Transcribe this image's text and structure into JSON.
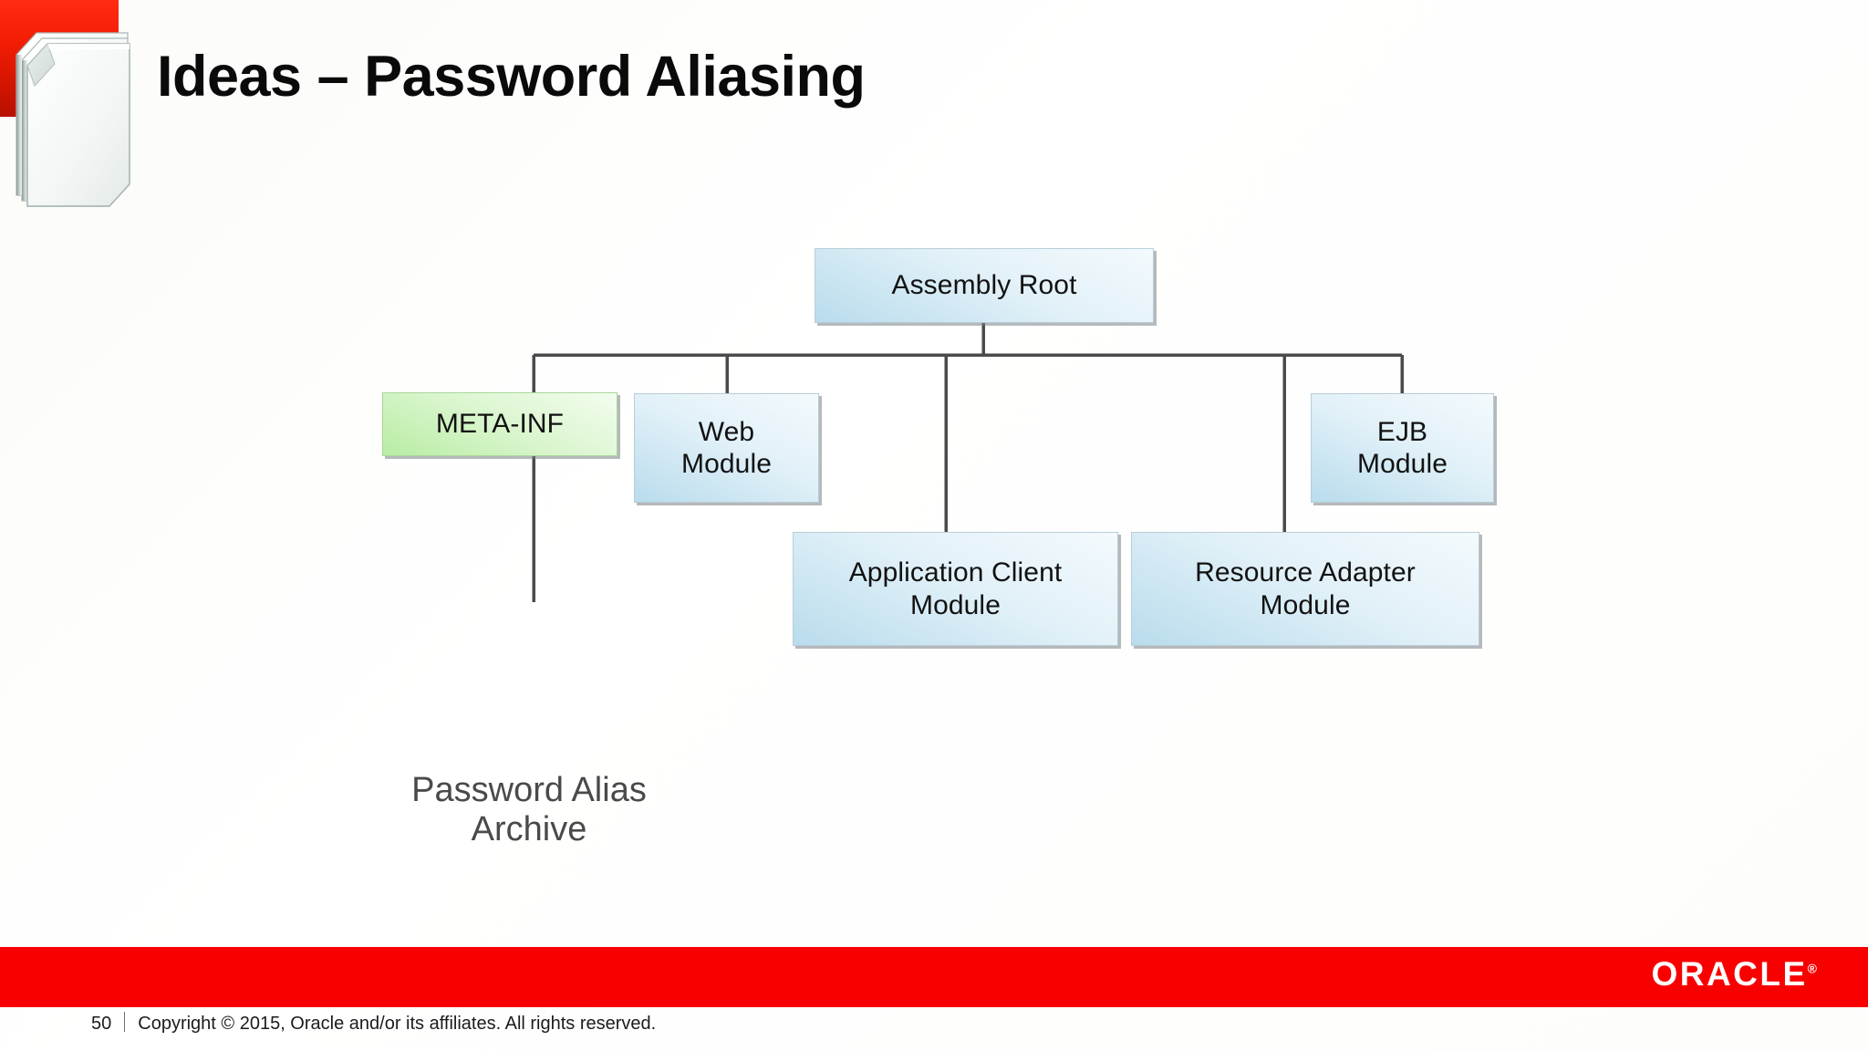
{
  "slide": {
    "title": "Ideas – Password Aliasing",
    "accent_color": "#f41d05",
    "footer_bar_color": "#f90000"
  },
  "diagram": {
    "type": "tree",
    "root": {
      "id": "assembly-root",
      "label": "Assembly Root",
      "fill": "blue"
    },
    "children": [
      {
        "id": "meta-inf",
        "label": "META-INF",
        "fill": "green"
      },
      {
        "id": "web-module",
        "label": "Web\nModule",
        "line1": "Web",
        "line2": "Module",
        "fill": "blue"
      },
      {
        "id": "app-client-module",
        "label": "Application Client Module",
        "line1": "Application Client",
        "line2": "Module",
        "fill": "blue"
      },
      {
        "id": "resource-adapter",
        "label": "Resource Adapter Module",
        "line1": "Resource Adapter",
        "line2": "Module",
        "fill": "blue"
      },
      {
        "id": "ejb-module",
        "label": "EJB Module",
        "line1": "EJB",
        "line2": "Module",
        "fill": "blue"
      }
    ],
    "attachment": {
      "id": "password-alias-archive",
      "icon": "document-stack-icon",
      "parent": "meta-inf",
      "caption_line1": "Password Alias",
      "caption_line2": "Archive"
    }
  },
  "footer": {
    "page_number": "50",
    "copyright": "Copyright © 2015, Oracle and/or its affiliates. All rights reserved.",
    "logo_text": "ORACLE",
    "logo_tm": "®"
  }
}
